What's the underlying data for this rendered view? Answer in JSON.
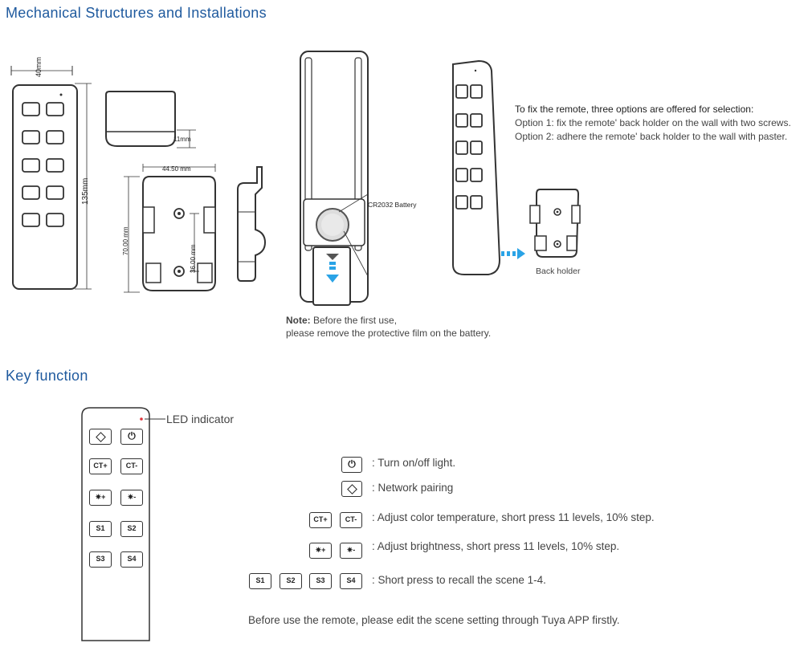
{
  "section1": {
    "title": "Mechanical Structures and Installations",
    "dims": {
      "width": "40mm",
      "height": "135mm",
      "depth": "11mm",
      "holder_width": "44.50 mm",
      "holder_height": "70.00 mm",
      "screw_spacing": "36.00 mm"
    },
    "battery_label": "CR2032 Battery",
    "note_bold": "Note:",
    "note_line1": " Before the first use,",
    "note_line2": "please remove the protective film on the battery.",
    "fix_title": "To fix the remote, three options are offered for selection:",
    "fix_option1": "Option 1: fix the remote' back holder on the wall with two screws.",
    "fix_option2": "Option 2: adhere the remote' back holder to the wall with paster.",
    "back_holder_label": "Back holder"
  },
  "section2": {
    "title": "Key function",
    "led_label": "LED indicator",
    "remote_keys": {
      "ctp": "CT+",
      "ctm": "CT-",
      "s1": "S1",
      "s2": "S2",
      "s3": "S3",
      "s4": "S4"
    },
    "functions": [
      {
        "text": ": Turn on/off light."
      },
      {
        "text": ": Network pairing"
      },
      {
        "text": ": Adjust color temperature, short press 11 levels, 10% step."
      },
      {
        "text": ": Adjust brightness, short press 11 levels, 10% step."
      },
      {
        "text": ": Short press to recall the scene 1-4."
      }
    ],
    "footer_note": "Before use the remote, please edit the scene setting through Tuya APP firstly."
  },
  "colors": {
    "heading": "#1f5a9e",
    "arrow_blue": "#2aa3e6"
  }
}
